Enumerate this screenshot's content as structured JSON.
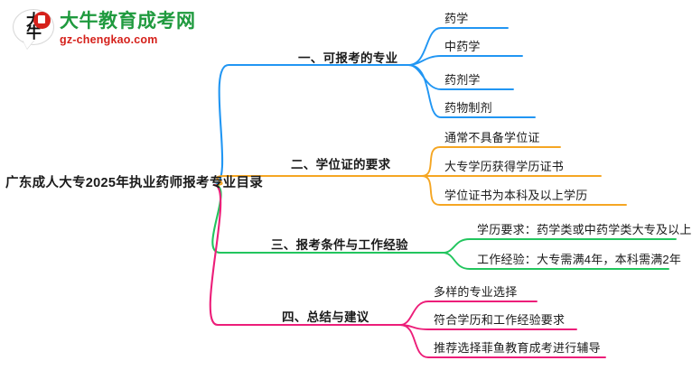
{
  "logo": {
    "mark_text_top": "大",
    "mark_text_bottom": "牛",
    "title": "大牛教育成考网",
    "subtitle": "gz-chengkao.com",
    "title_color": "#1f9a3e",
    "subtitle_color": "#d5211b",
    "badge_color": "#d5211b"
  },
  "mindmap": {
    "root": {
      "label": "广东成人大专2025年执业药师报考专业目录"
    },
    "branches": [
      {
        "label": "一、可报考的专业",
        "color": "#2196f3",
        "children": [
          {
            "label": "药学"
          },
          {
            "label": "中药学"
          },
          {
            "label": "药剂学"
          },
          {
            "label": "药物制剂"
          }
        ]
      },
      {
        "label": "二、学位证的要求",
        "color": "#f5a623",
        "children": [
          {
            "label": "通常不具备学位证"
          },
          {
            "label": "大专学历获得学历证书"
          },
          {
            "label": "学位证书为本科及以上学历"
          }
        ]
      },
      {
        "label": "三、报考条件与工作经验",
        "color": "#22c55e",
        "children": [
          {
            "label": "学历要求：药学类或中药学类大专及以上"
          },
          {
            "label": "工作经验：大专需满4年，本科需满2年"
          }
        ]
      },
      {
        "label": "四、总结与建议",
        "color": "#ec1e79",
        "children": [
          {
            "label": "多样的专业选择"
          },
          {
            "label": "符合学历和工作经验要求"
          },
          {
            "label": "推荐选择菲鱼教育成考进行辅导"
          }
        ]
      }
    ]
  }
}
